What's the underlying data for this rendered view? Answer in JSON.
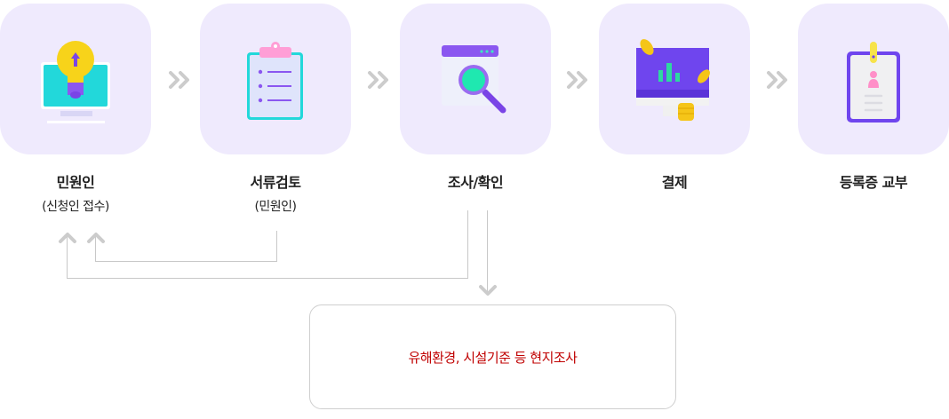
{
  "steps": [
    {
      "title": "민원인",
      "sub": "(신청인 접수)",
      "icon": "lightbulb-monitor-icon"
    },
    {
      "title": "서류검토",
      "sub": "(민원인)",
      "icon": "clipboard-icon"
    },
    {
      "title": "조사/확인",
      "sub": "",
      "icon": "magnifier-browser-icon"
    },
    {
      "title": "결제",
      "sub": "",
      "icon": "payment-monitor-icon"
    },
    {
      "title": "등록증 교부",
      "sub": "",
      "icon": "id-badge-icon"
    }
  ],
  "detail_box": {
    "text": "유해환경, 시설기준 등 현지조사"
  },
  "colors": {
    "card_bg": "#efeafd",
    "line": "#c8c8c8",
    "detail_text": "#c00000",
    "chevron": "#cccccc"
  }
}
